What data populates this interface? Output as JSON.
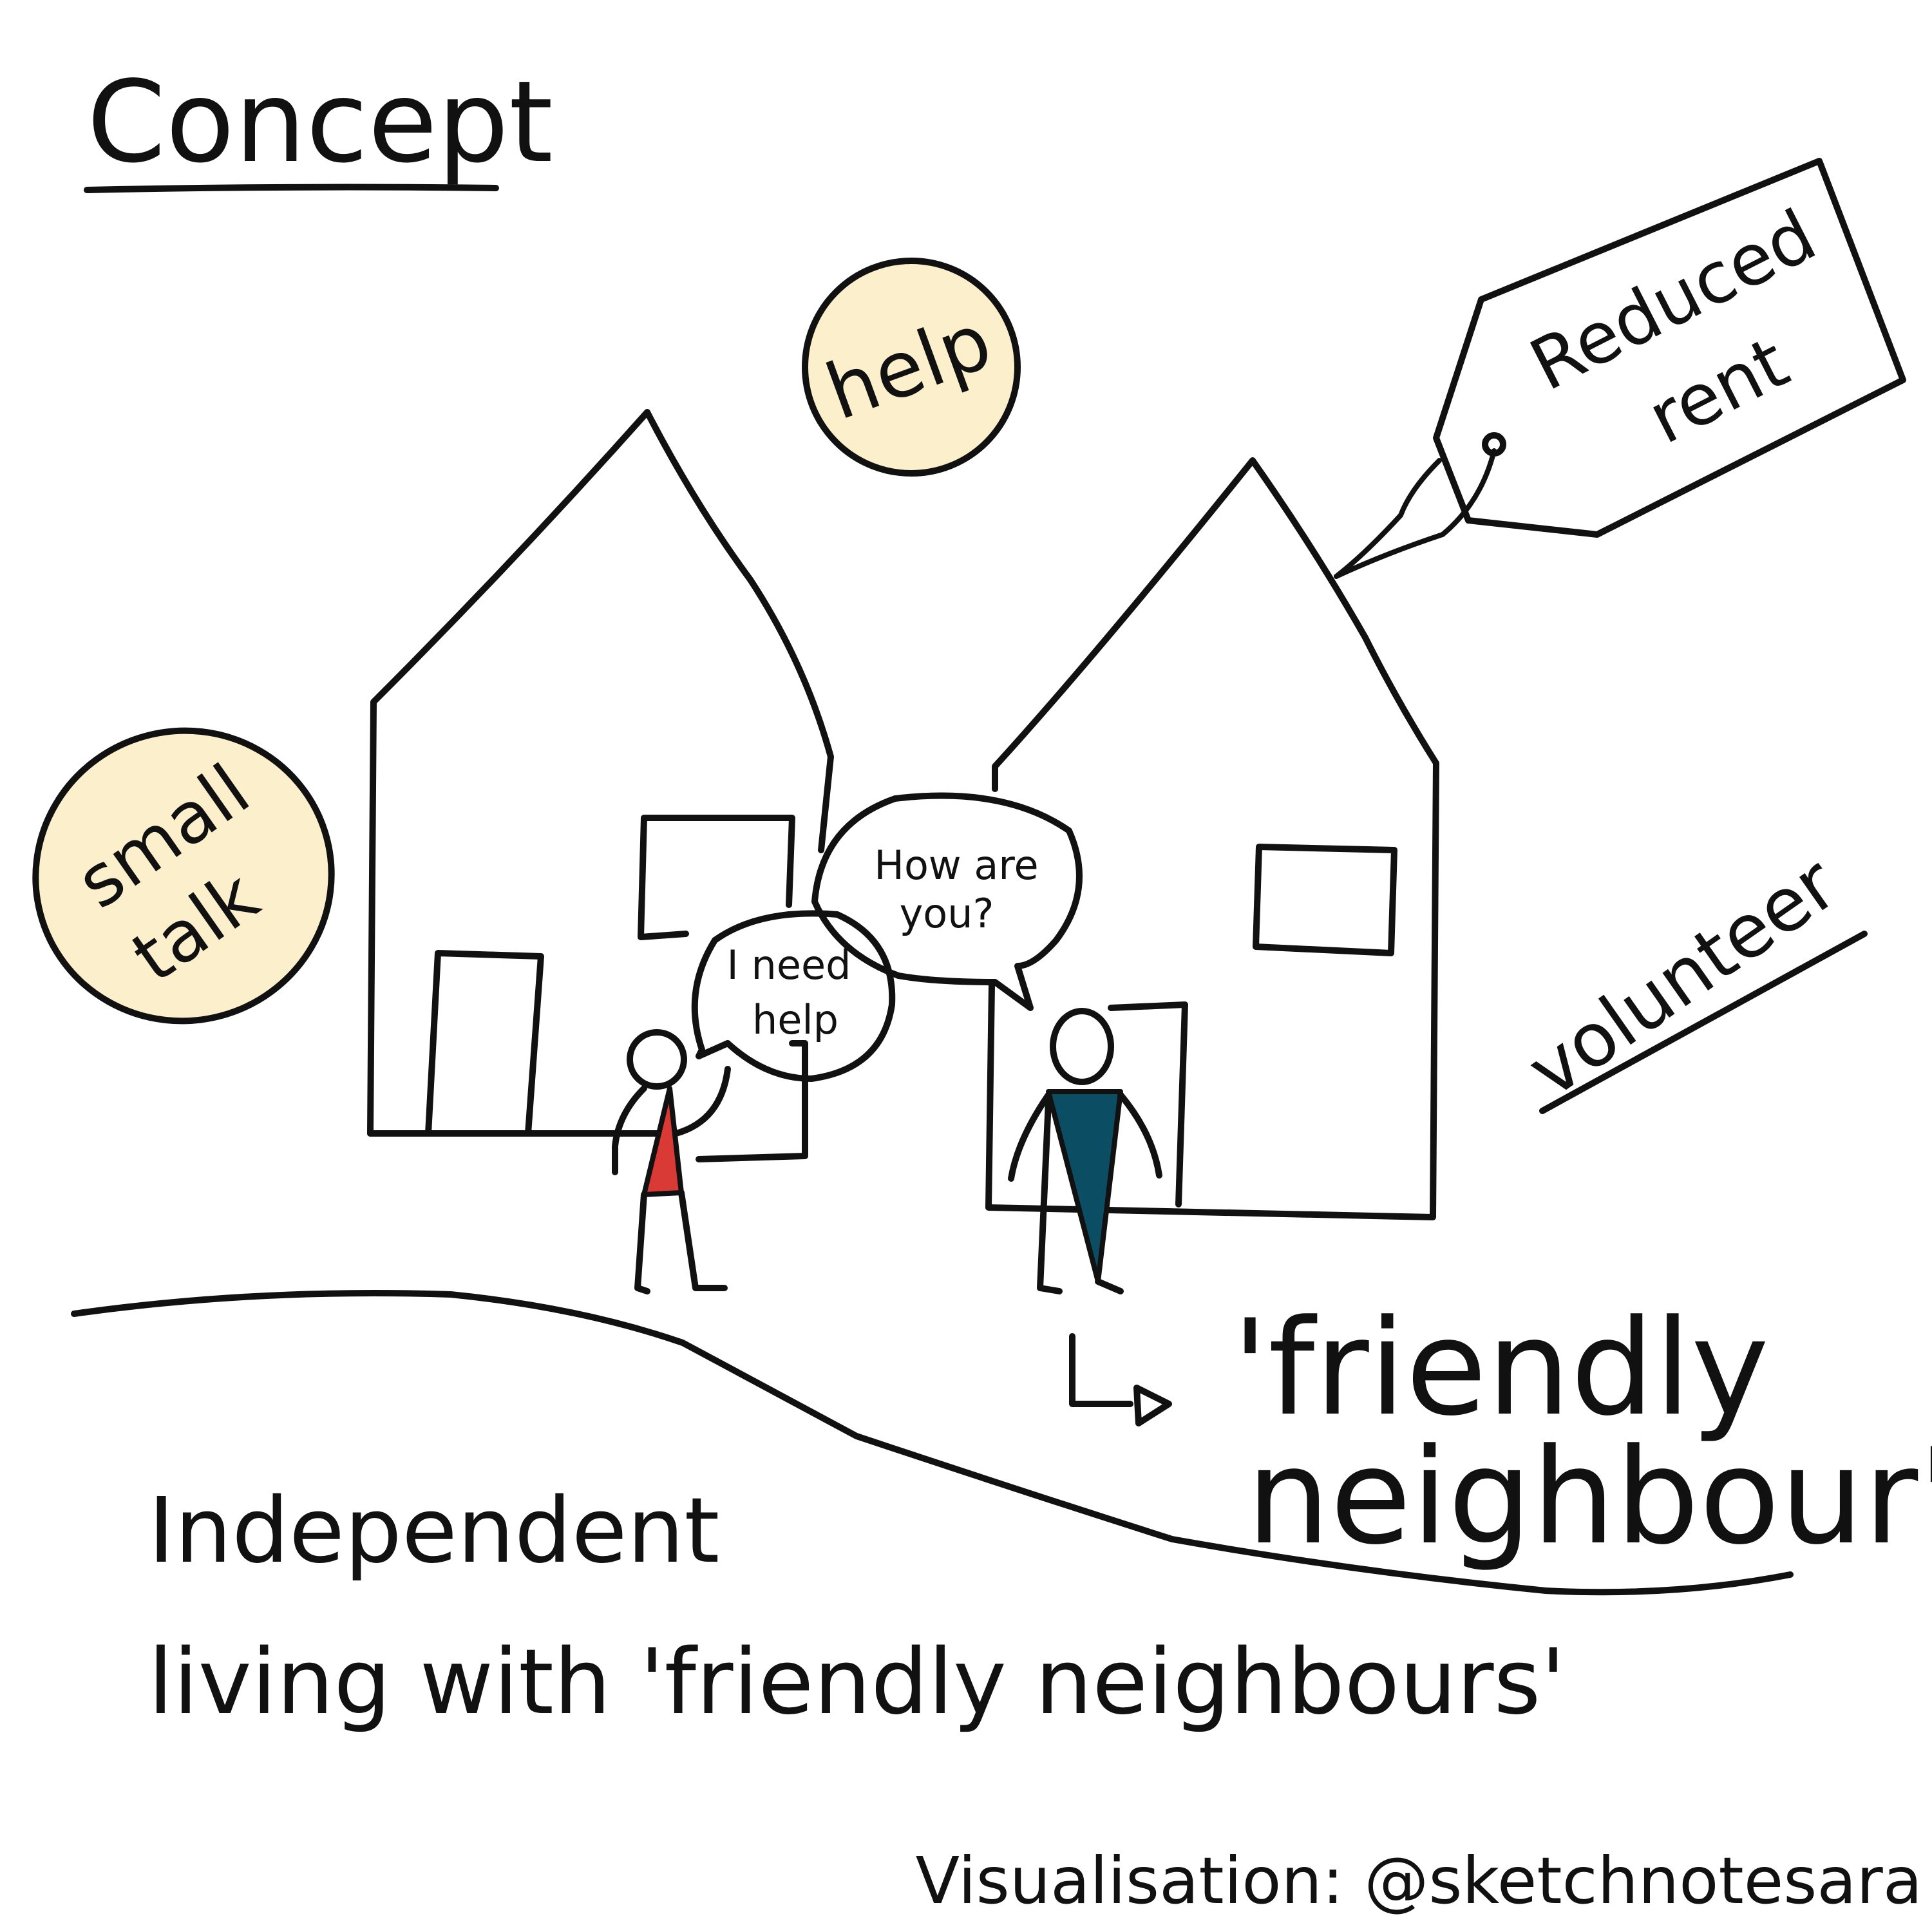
{
  "title": "Concept",
  "badges": {
    "help": "help",
    "small_talk_line1": "small",
    "small_talk_line2": "talk"
  },
  "tag": {
    "line1": "Reduced",
    "line2": "rent"
  },
  "speech": {
    "left_line1": "I need",
    "left_line2": "help",
    "right_line1": "How are",
    "right_line2": "you?"
  },
  "side_label": "volunteer",
  "role_label": {
    "line1": "'friendly",
    "line2": "neighbour'"
  },
  "caption": {
    "line1": "Independent",
    "line2": "living with 'friendly neighbours'"
  },
  "credit": "Visualisation: @sketchnotesara",
  "colors": {
    "badge_fill": "#FBF0CB",
    "left_person_shirt": "#D93A35",
    "right_person_shirt": "#0B4D63",
    "ink": "#111111"
  }
}
